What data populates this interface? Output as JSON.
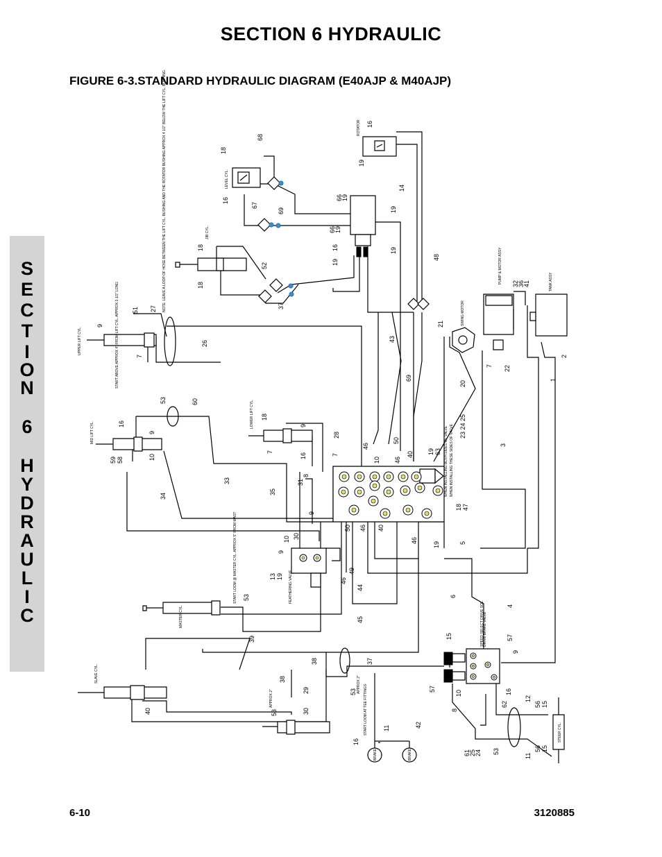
{
  "header": {
    "section_title": "SECTION 6    HYDRAULIC",
    "figure_title": "FIGURE 6-3.STANDARD HYDRAULIC DIAGRAM (E40AJP & M40AJP)"
  },
  "side_tab": {
    "letters": [
      "S",
      "E",
      "C",
      "T",
      "I",
      "O",
      "N",
      "",
      "6",
      "",
      "H",
      "Y",
      "D",
      "R",
      "A",
      "U",
      "L",
      "I",
      "C"
    ]
  },
  "footer": {
    "page_number": "6-10",
    "doc_number": "3120885"
  },
  "diagram": {
    "components": {
      "rotator": "ROTATOR",
      "level_cyl": "LEVEL CYL.",
      "jib_cyl": "JIB CYL.",
      "upper_lift_cyl": "UPPER LIFT CYL.",
      "mid_lift_cyl": "MID LIFT CYL.",
      "lower_lift_cyl": "LOWER LIFT CYL.",
      "master_cyl": "MASTER CYL.",
      "slave_cyl": "SLAVE CYL.",
      "steer_cyl": "STEER CYL.",
      "swing_motor": "SWING MOTOR",
      "pump_motor": "PUMP & MOTOR ASSY",
      "tank": "TANK ASSY",
      "drive_brake": "DRIVE BRAKE VALVE",
      "brake_left": "BRAKE",
      "brake_right": "BRAKE",
      "feathering_valve": "FEATHERING VALVE"
    },
    "notes": {
      "note_jib": "NOTE: LEAVE A LOOP OF HOSE BETWEEN THE LIFT CYL. BUSHING AND THE ROTATOR BUSHING APPROX 4 1/2\" BELOW THE LIFT CYL. BUSHING.",
      "note_lift": "START ABOVE APPROX 4\" FROM LIFT CYL. APPROX 3 1/2\" LONG",
      "note_master": "START LOOM @ MASTER CYL. APPROX 5\" FROM MAST",
      "note_approx2": "APPROX 2\"",
      "note_approx2b": "APPROX 2\"",
      "note_start_loom": "START LOOM AT TEE FITTINGS",
      "note_valve_left": "WHEN INSTALLING BOTH SIDES OF VALVE",
      "note_valve_bot": "WHEN INSTALLING THESE SIDES OF VALVE",
      "note_drive": "SPEED SELECT DRIVE SOL.",
      "note_valve_parts": "23 24 25"
    },
    "labels": {
      "l68": "68",
      "l18a": "18",
      "l16a": "16",
      "l67": "67",
      "l69a": "69",
      "l66a": "66",
      "l19a": "19",
      "l66b": "66",
      "l19b": "19",
      "l16b": "16",
      "l19c": "19",
      "l19d": "19",
      "l19e": "19",
      "l14": "14",
      "l16c": "16",
      "l19f": "19",
      "l48": "48",
      "l18b": "18",
      "l18c": "18",
      "l52": "52",
      "l37a": "37",
      "l51": "51",
      "l27": "27",
      "l9a": "9",
      "l7a": "7",
      "l26": "26",
      "l43": "43",
      "l69b": "69",
      "l21": "21",
      "l20": "20",
      "l32": "32",
      "l36": "36",
      "l41": "41",
      "l7b": "7",
      "l22": "22",
      "l2": "2",
      "l1": "1",
      "l53a": "53",
      "l60": "60",
      "l16d": "16",
      "l9b": "9",
      "l10a": "10",
      "l59": "59",
      "l58": "58",
      "l18d": "18",
      "l9c": "9",
      "l7c": "7",
      "l16e": "16",
      "l28": "28",
      "l46a": "46",
      "l50a": "50",
      "l10b": "10",
      "l46b": "46",
      "l40a": "40",
      "l19g": "19",
      "l63": "63",
      "l3": "3",
      "l8": "8",
      "l7d": "7",
      "l31": "31",
      "l9d": "9",
      "l35": "35",
      "l34": "34",
      "l33": "33",
      "l18e": "18",
      "l47": "47",
      "l50b": "50",
      "l46c": "46",
      "l40b": "40",
      "l46d": "46",
      "l19h": "19",
      "l5": "5",
      "l10c": "10",
      "l30a": "30",
      "l9e": "9",
      "l13": "13",
      "l19i": "19",
      "l49": "49",
      "l46e": "46",
      "l44": "44",
      "l45": "45",
      "l53b": "53",
      "l6": "6",
      "l4": "4",
      "l39": "39",
      "l38a": "38",
      "l38b": "38",
      "l37b": "37",
      "l53c": "53",
      "l29": "29",
      "l30b": "30",
      "l53d": "53",
      "l40c": "40",
      "l15a": "15",
      "l57a": "57",
      "l9f": "9",
      "l57b": "57",
      "l10d": "10",
      "l16f": "16",
      "l62": "62",
      "l12": "12",
      "l56a": "56",
      "l15b": "15",
      "l8b": "8",
      "l11a": "11",
      "l42": "42",
      "l16g": "16",
      "l61": "61",
      "l25": "25",
      "l24": "24",
      "l53e": "53",
      "l11b": "11",
      "l56b": "56",
      "l15c": "15"
    }
  }
}
